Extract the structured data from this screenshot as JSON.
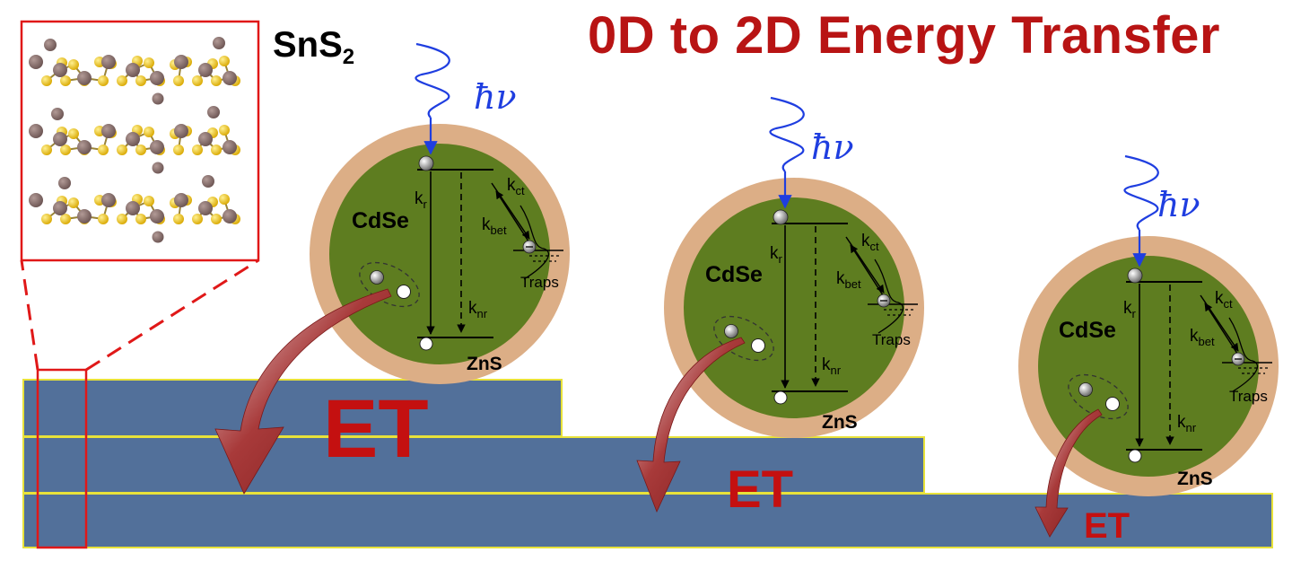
{
  "title": "0D to 2D Energy Transfer",
  "material": {
    "name": "SnS",
    "subscript": "2"
  },
  "photon_label": "ħν",
  "nanocrystals": [
    {
      "core": "CdSe",
      "shell": "ZnS",
      "kr": "k",
      "kr_sub": "r",
      "knr": "k",
      "knr_sub": "nr",
      "kct": "k",
      "kct_sub": "ct",
      "kbet": "k",
      "kbet_sub": "bet",
      "traps": "Traps",
      "et": "ET"
    },
    {
      "core": "CdSe",
      "shell": "ZnS",
      "kr": "k",
      "kr_sub": "r",
      "knr": "k",
      "knr_sub": "nr",
      "kct": "k",
      "kct_sub": "ct",
      "kbet": "k",
      "kbet_sub": "bet",
      "traps": "Traps",
      "et": "ET"
    },
    {
      "core": "CdSe",
      "shell": "ZnS",
      "kr": "k",
      "kr_sub": "r",
      "knr": "k",
      "knr_sub": "nr",
      "kct": "k",
      "kct_sub": "ct",
      "kbet": "k",
      "kbet_sub": "bet",
      "traps": "Traps",
      "et": "ET"
    }
  ],
  "colors": {
    "title": "#b81414",
    "layer_fill": "#52709a",
    "layer_border": "#e8e23a",
    "core": "#5e7d20",
    "shell": "#dcae86",
    "arrow": "#8e2424",
    "photon": "#1f3ee0",
    "inset_border": "#e01818",
    "sn_atom": "#866a66",
    "s_atom": "#e8c018"
  }
}
